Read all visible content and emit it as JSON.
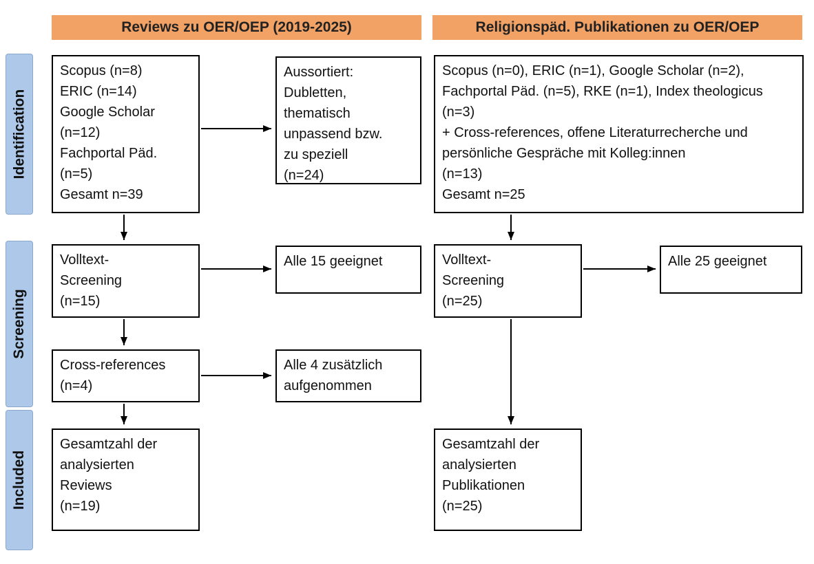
{
  "colors": {
    "header_bg": "#f3a266",
    "stage_bg": "#aec8e9",
    "box_border": "#000000",
    "arrow": "#000000"
  },
  "headers": {
    "left": "Reviews zu OER/OEP (2019-2025)",
    "right": "Religionspäd. Publikationen zu OER/OEP"
  },
  "stages": {
    "identification": "Identification",
    "screening": "Screening",
    "included": "Included"
  },
  "left_flow": {
    "sources": "Scopus (n=8)\nERIC (n=14)\nGoogle Scholar\n(n=12)\nFachportal Päd.\n(n=5)\nGesamt n=39",
    "excluded": "Aussortiert:\nDubletten,\nthematisch\nunpassend bzw.\nzu speziell\n(n=24)",
    "fulltext": "Volltext-\nScreening\n(n=15)",
    "fulltext_result": "Alle 15 geeignet",
    "crossref": "Cross-references\n(n=4)",
    "crossref_result": "Alle 4 zusätzlich\naufgenommen",
    "included_total": "Gesamtzahl der\nanalysierten\nReviews\n(n=19)"
  },
  "right_flow": {
    "sources": "Scopus (n=0), ERIC (n=1), Google Scholar (n=2), Fachportal Päd. (n=5), RKE (n=1), Index theologicus (n=3)\n+ Cross-references, offene Literaturrecherche und persönliche Gespräche mit Kolleg:innen\n(n=13)\nGesamt n=25",
    "fulltext": "Volltext-\nScreening\n(n=25)",
    "fulltext_result": "Alle 25 geeignet",
    "included_total": "Gesamtzahl der\nanalysierten\nPublikationen\n(n=25)"
  }
}
